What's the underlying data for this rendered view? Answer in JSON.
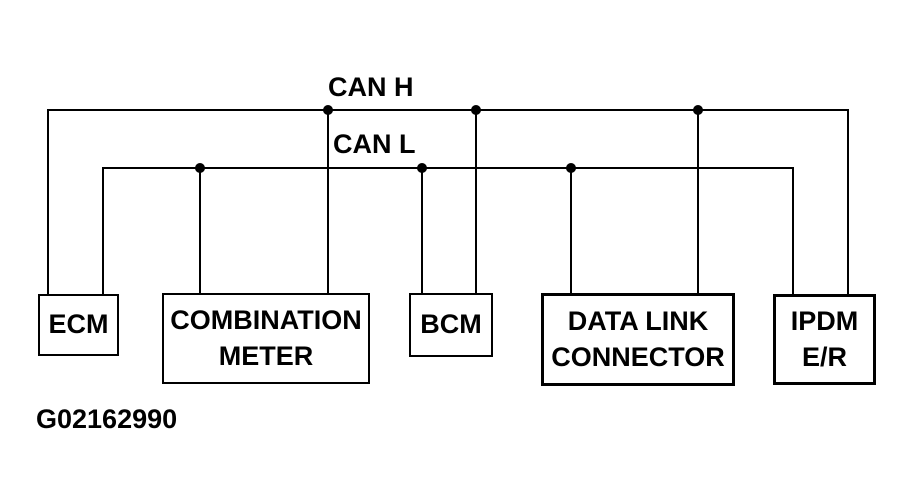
{
  "diagram": {
    "type": "automotive CAN bus wiring diagram",
    "colors": {
      "line": "#000000",
      "background": "#ffffff"
    },
    "buses": {
      "can_h": {
        "label": "CAN H"
      },
      "can_l": {
        "label": "CAN L"
      }
    },
    "nodes": [
      {
        "id": "ecm",
        "lines": [
          "ECM"
        ],
        "connections": [
          "CAN H",
          "CAN L"
        ]
      },
      {
        "id": "combination-meter",
        "lines": [
          "COMBINATION",
          "METER"
        ],
        "connections": [
          "CAN L",
          "CAN H"
        ]
      },
      {
        "id": "bcm",
        "lines": [
          "BCM"
        ],
        "connections": [
          "CAN L",
          "CAN H"
        ]
      },
      {
        "id": "data-link-connector",
        "lines": [
          "DATA LINK",
          "CONNECTOR"
        ],
        "connections": [
          "CAN L",
          "CAN H"
        ]
      },
      {
        "id": "ipdm-er",
        "lines": [
          "IPDM",
          "E/R"
        ],
        "connections": [
          "CAN L",
          "CAN H"
        ]
      }
    ],
    "figure_id": "G02162990"
  }
}
